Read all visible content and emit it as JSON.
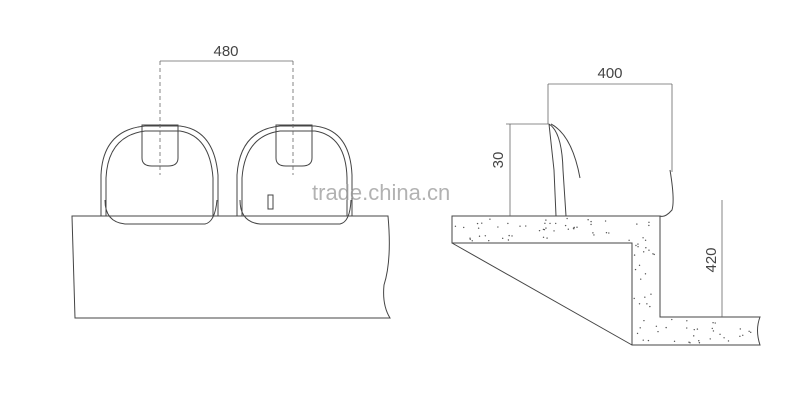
{
  "front_view": {
    "dimension_seat_spacing": "480"
  },
  "side_view": {
    "dimension_seat_depth": "400",
    "dimension_back_height": "30",
    "dimension_step_height": "420"
  },
  "watermark": "trade.china.cn"
}
